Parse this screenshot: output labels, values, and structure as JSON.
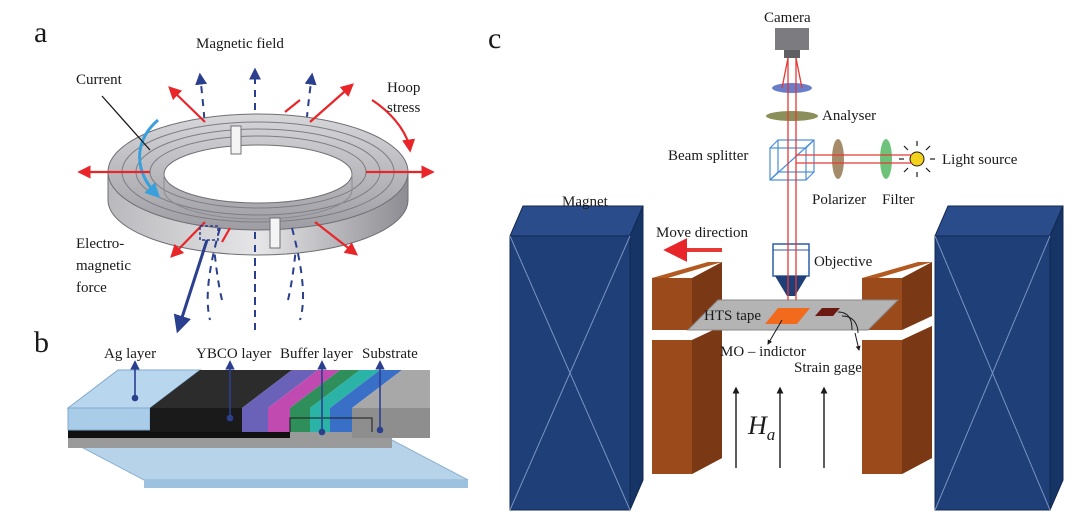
{
  "panels": {
    "a": {
      "letter": "a",
      "magnetic_field": "Magnetic field",
      "current": "Current",
      "hoop_stress_1": "Hoop",
      "hoop_stress_2": "stress",
      "em_force_1": "Electro-",
      "em_force_2": "magnetic",
      "em_force_3": "force"
    },
    "b": {
      "letter": "b",
      "ag_layer": "Ag layer",
      "ybco_layer": "YBCO layer",
      "buffer_layer": "Buffer layer",
      "substrate": "Substrate"
    },
    "c": {
      "letter": "c",
      "camera": "Camera",
      "analyser": "Analyser",
      "beam_splitter": "Beam splitter",
      "light_source": "Light source",
      "polarizer": "Polarizer",
      "filter": "Filter",
      "magnet": "Magnet",
      "move_direction": "Move direction",
      "objective": "Objective",
      "hts_tape": "HTS tape",
      "mo_indicator": "MO – indictor",
      "strain_gage": "Strain gage",
      "field_symbol": "H",
      "field_subscript": "a"
    }
  },
  "colors": {
    "arrow_red": "#e8262a",
    "field_blue": "#2b3f8f",
    "current_blue": "#3aa0dc",
    "magnet_blue": "#1f3f78",
    "clamp_brown": "#9b4a1c",
    "beam_red": "#e53935"
  }
}
